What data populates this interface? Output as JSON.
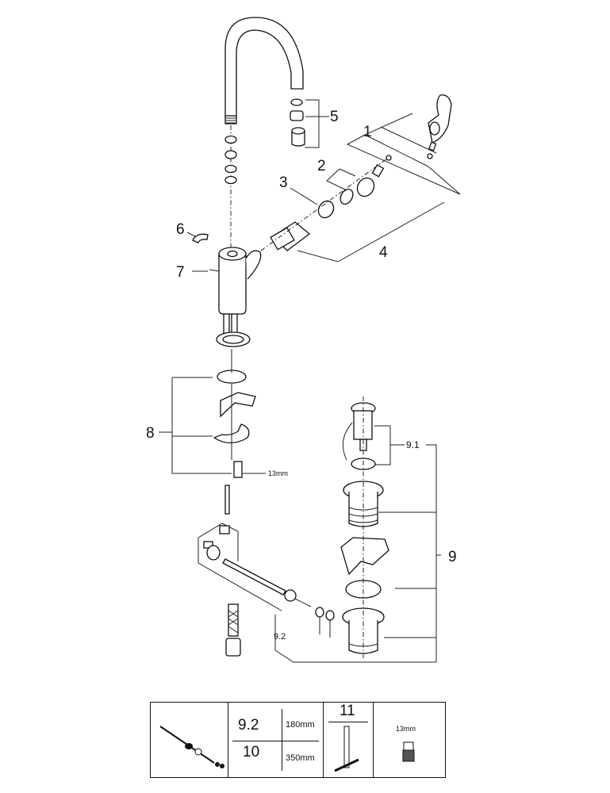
{
  "diagram": {
    "title": "Exploded spare parts view - single lever basin mixer with pop-up waste",
    "callouts": [
      {
        "id": "1",
        "label": "1",
        "part": "lever handle set (handle, screw, plug)"
      },
      {
        "id": "2",
        "label": "2",
        "part": "cartridge nut and o-ring"
      },
      {
        "id": "3",
        "label": "3",
        "part": "cartridge retaining ring"
      },
      {
        "id": "4",
        "label": "4",
        "part": "cartridge set"
      },
      {
        "id": "5",
        "label": "5",
        "part": "aerator set"
      },
      {
        "id": "6",
        "label": "6",
        "part": "clip"
      },
      {
        "id": "7",
        "label": "7",
        "part": "set screw"
      },
      {
        "id": "8",
        "label": "8",
        "part": "mounting set"
      },
      {
        "id": "9",
        "label": "9",
        "part": "pop-up waste set"
      },
      {
        "id": "9.1",
        "label": "9.1",
        "part": "pop-up plug set"
      },
      {
        "id": "9.2",
        "label": "9.2",
        "part": "pop-up rod set"
      }
    ],
    "annotations": {
      "wrench_size": "13mm"
    }
  },
  "legend": {
    "rows": [
      {
        "id": "9.2",
        "length": "180mm"
      },
      {
        "id": "10",
        "length": "350mm"
      }
    ],
    "tool_id": "11",
    "socket_label": "13mm"
  }
}
